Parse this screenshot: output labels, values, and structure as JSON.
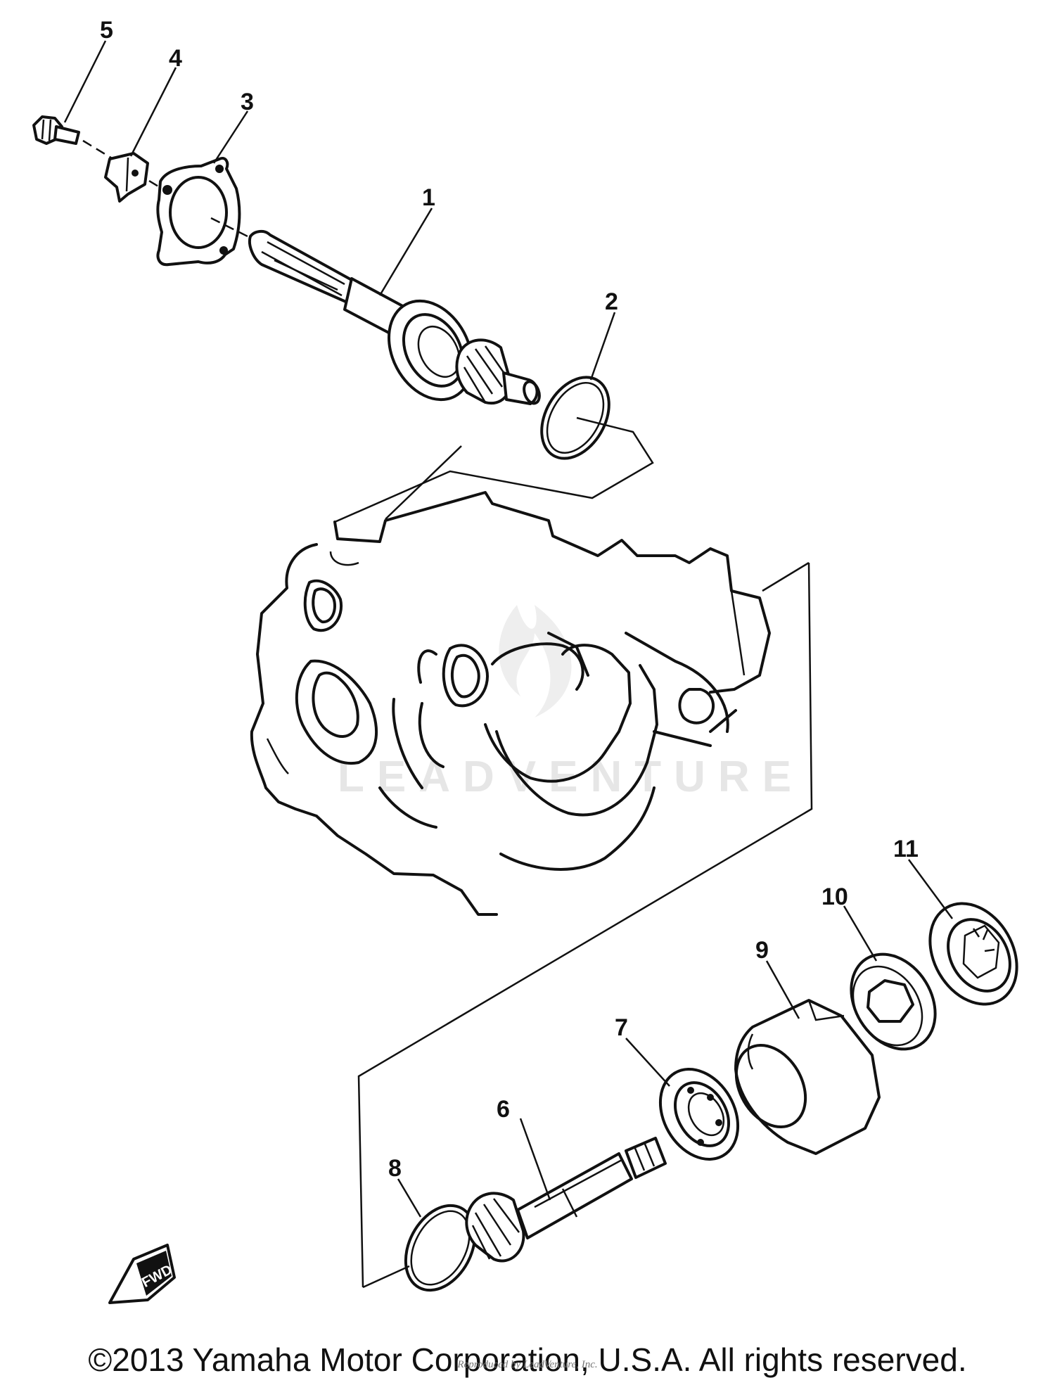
{
  "callouts": [
    {
      "id": "1",
      "label": "1"
    },
    {
      "id": "2",
      "label": "2"
    },
    {
      "id": "3",
      "label": "3"
    },
    {
      "id": "4",
      "label": "4"
    },
    {
      "id": "5",
      "label": "5"
    },
    {
      "id": "6",
      "label": "6"
    },
    {
      "id": "7",
      "label": "7"
    },
    {
      "id": "8",
      "label": "8"
    },
    {
      "id": "9",
      "label": "9"
    },
    {
      "id": "10",
      "label": "10"
    },
    {
      "id": "11",
      "label": "11"
    }
  ],
  "fwd_marker": "FWD",
  "watermark": "LEADVENTURE",
  "watermark_small": "Reproduced by LeadVenture, Inc.",
  "copyright": "©2013 Yamaha Motor Corporation, U.S.A. All rights reserved.",
  "colors": {
    "line": "#111111",
    "background": "#ffffff",
    "watermark": "#e6e6e6"
  }
}
